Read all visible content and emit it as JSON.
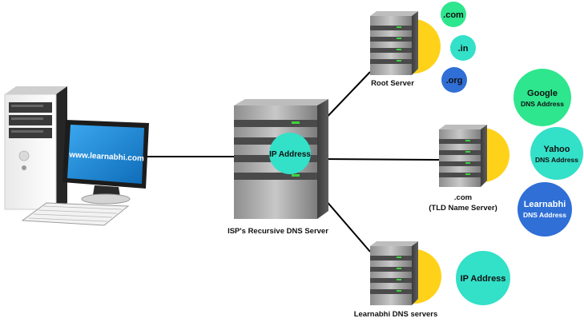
{
  "computer": {
    "screen_text": "www.learnabhi.com"
  },
  "isp": {
    "label": "ISP's Recursive DNS Server",
    "bubble": "IP Address"
  },
  "root": {
    "label": "Root Server",
    "bubbles": [
      ".com",
      ".in",
      ".org"
    ]
  },
  "tld": {
    "label_line1": ".com",
    "label_line2": "(TLD Name Server)",
    "bubbles": [
      {
        "title": "Google",
        "sub": "DNS Address"
      },
      {
        "title": "Yahoo",
        "sub": "DNS Address"
      },
      {
        "title": "Learnabhi",
        "sub": "DNS Address"
      }
    ]
  },
  "auth": {
    "label": "Learnabhi DNS servers",
    "bubble": "IP Address"
  },
  "colors": {
    "green": "#2ee68d",
    "teal": "#33e0c8",
    "blue": "#2f6fd6",
    "yellow": "#ffd21a",
    "screen": "#1a8ad8",
    "server_dark": "#4b4b4b",
    "server_light": "#a9a9a9",
    "led": "#3fd33f"
  }
}
